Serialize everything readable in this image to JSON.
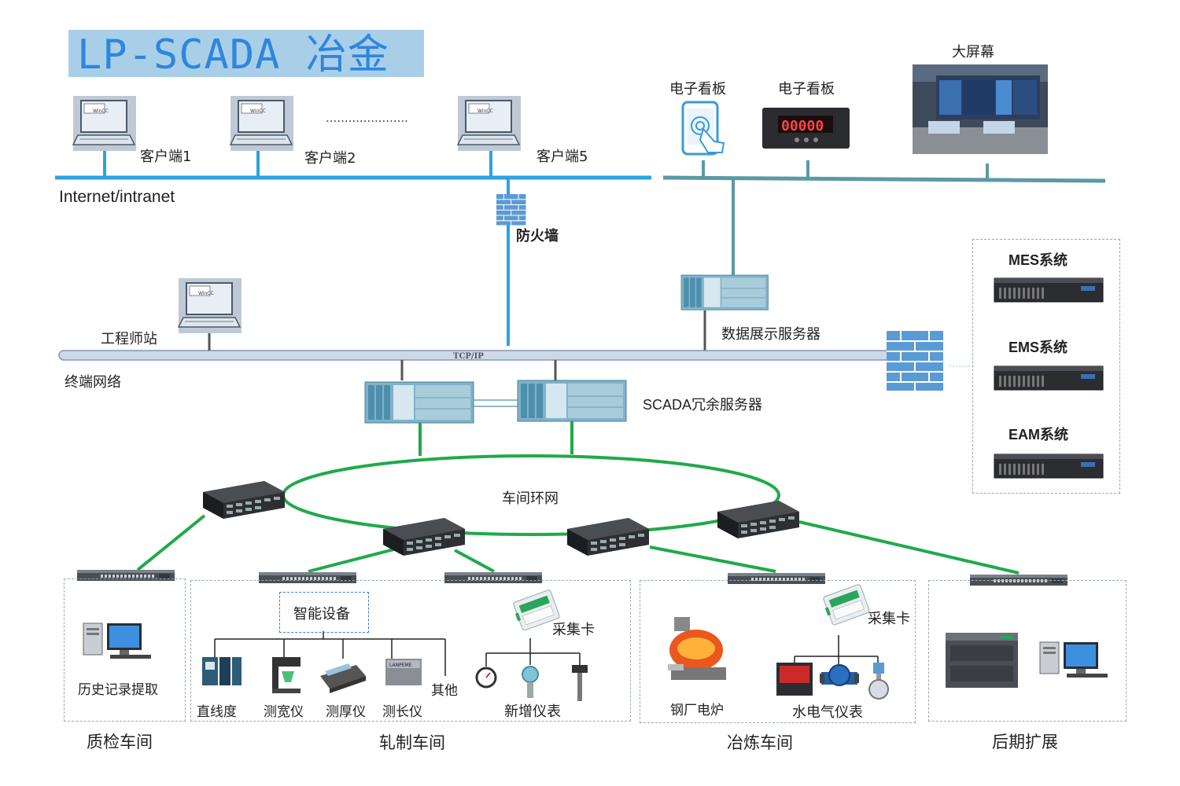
{
  "title": "LP-SCADA 冶金",
  "network": {
    "internet_label": "Internet/intranet",
    "firewall_label": "防火墙",
    "terminal_net_label": "终端网络",
    "tcpip_label": "TCP/IP",
    "ring_label": "车间环网",
    "clients": [
      "客户端1",
      "客户端2",
      "客户端5"
    ],
    "client_ellipsis": "......................",
    "screen_text": "WinCC"
  },
  "display": {
    "board1": "电子看板",
    "board2": "电子看板",
    "big_screen": "大屏幕",
    "board_digits": "00000"
  },
  "servers": {
    "engineer": "工程师站",
    "data_display": "数据展示服务器",
    "scada_redundant": "SCADA冗余服务器"
  },
  "systems": {
    "mes": "MES系统",
    "ems": "EMS系统",
    "eam": "EAM系统"
  },
  "devices": {
    "history": "历史记录提取",
    "smart": "智能设备",
    "straightness": "直线度",
    "width_gauge": "测宽仪",
    "thickness_gauge": "测厚仪",
    "length_gauge": "测长仪",
    "other": "其他",
    "acq_card_1": "采集卡",
    "new_meters": "新增仪表",
    "furnace": "钢厂电炉",
    "acq_card_2": "采集卡",
    "utility_meters": "水电气仪表",
    "lanpeme": "LANPEME"
  },
  "workshops": {
    "qc": "质检车间",
    "rolling": "轧制车间",
    "smelting": "冶炼车间",
    "future": "后期扩展"
  },
  "colors": {
    "blue_line": "#29a3e0",
    "teal_line": "#5a9aa5",
    "green_line": "#1faa4a",
    "title_text": "#2e86de",
    "title_bg": "#a9cfe8"
  }
}
